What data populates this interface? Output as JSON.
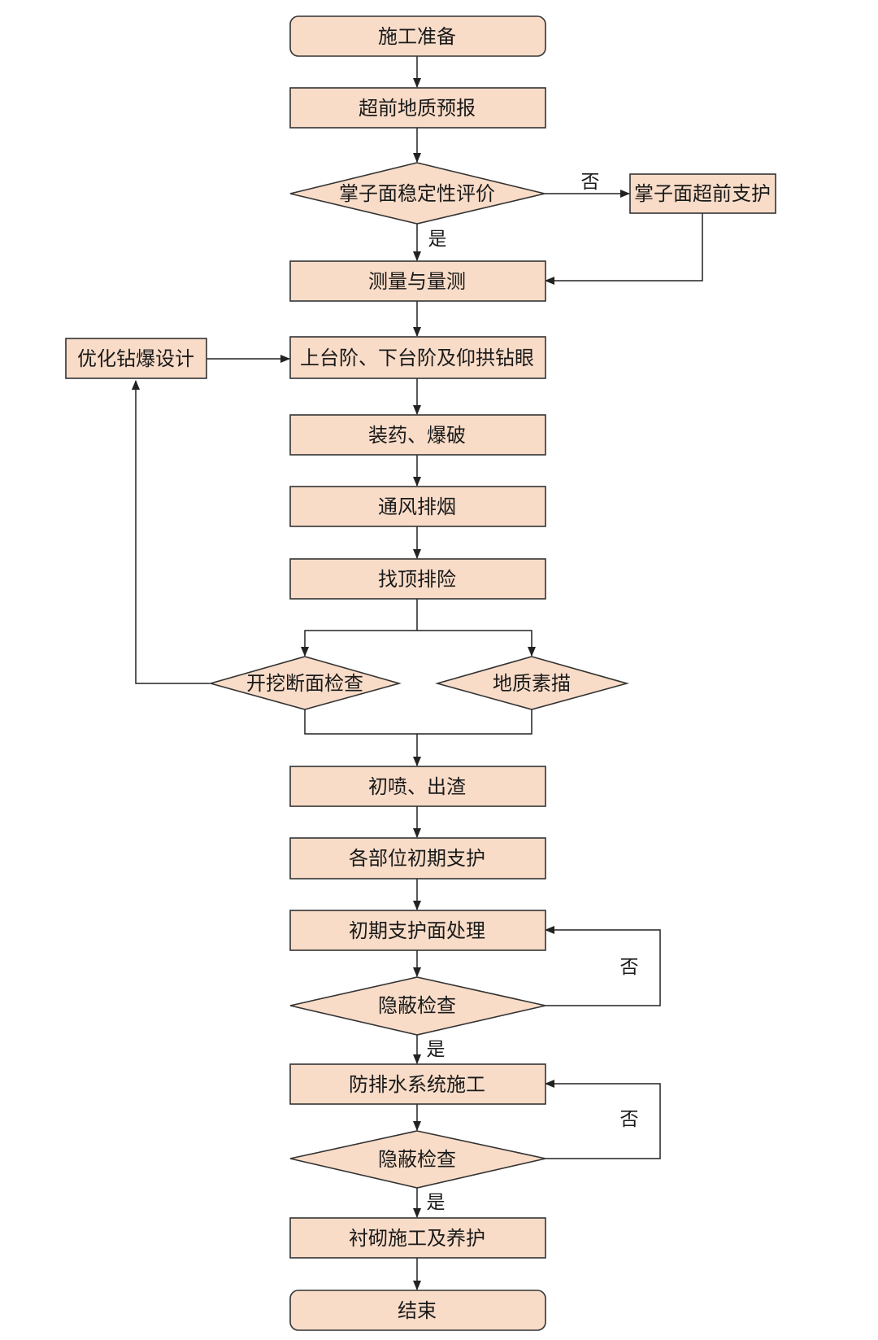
{
  "colors": {
    "node_fill": "#f8dcc8",
    "node_stroke": "#333333",
    "line": "#222222"
  },
  "nodes": {
    "start": "施工准备",
    "forecast": "超前地质预报",
    "face_eval": "掌子面稳定性评价",
    "face_support": "掌子面超前支护",
    "measure": "测量与量测",
    "optimize": "优化钻爆设计",
    "drilling": "上台阶、下台阶及仰拱钻眼",
    "blasting": "装药、爆破",
    "ventilation": "通风排烟",
    "scaling": "找顶排险",
    "section_check": "开挖断面检查",
    "geo_sketch": "地质素描",
    "shotcrete": "初喷、出渣",
    "init_support": "各部位初期支护",
    "surface_treat": "初期支护面处理",
    "hidden_check_1": "隐蔽检查",
    "waterproof": "防排水系统施工",
    "hidden_check_2": "隐蔽检查",
    "lining": "衬砌施工及养护",
    "end": "结束"
  },
  "edge_labels": {
    "face_no": "否",
    "face_yes": "是",
    "check1_no": "否",
    "check1_yes": "是",
    "check2_no": "否",
    "check2_yes": "是"
  }
}
